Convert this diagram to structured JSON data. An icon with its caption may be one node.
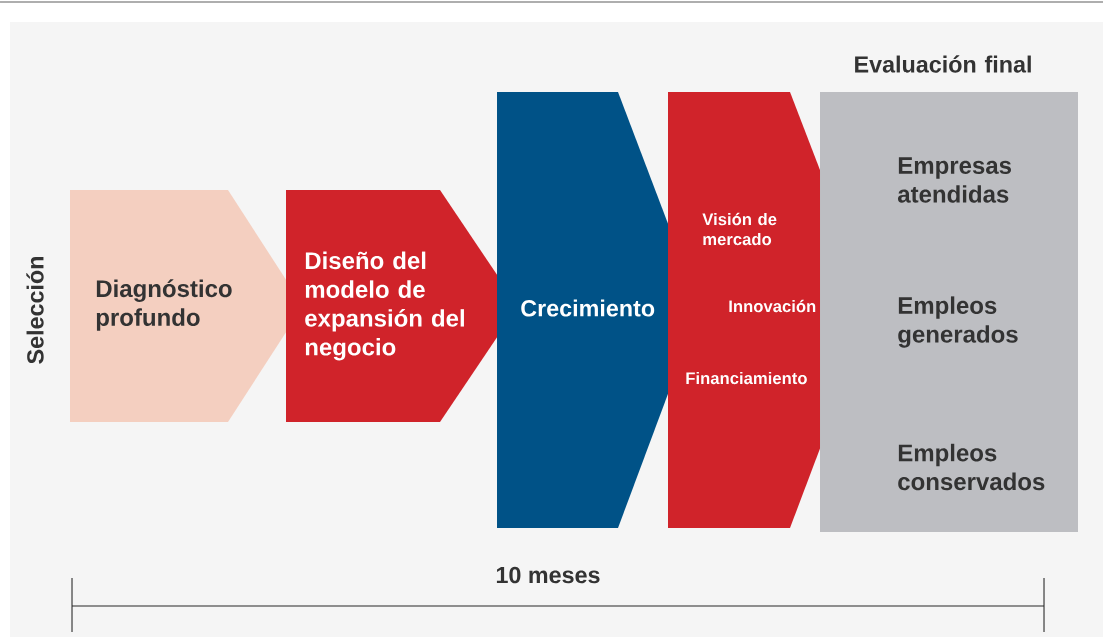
{
  "diagram": {
    "nodes": [
      {
        "text": [
          "Diagnóstico profundo"
        ]
      },
      {
        "text": [
          "Diseño del modelo de expansión del negocio"
        ]
      },
      {
        "text": [
          "Crecimiento"
        ]
      },
      {
        "text": [
          "Visión de mercado",
          "Innovación",
          "Financiamiento"
        ]
      },
      {
        "text": [
          "Evaluación final",
          "Empresas atendidas",
          "Empleos generados",
          "Empleos conservados"
        ]
      }
    ],
    "labels": [
      "Selección",
      "10 meses"
    ]
  }
}
